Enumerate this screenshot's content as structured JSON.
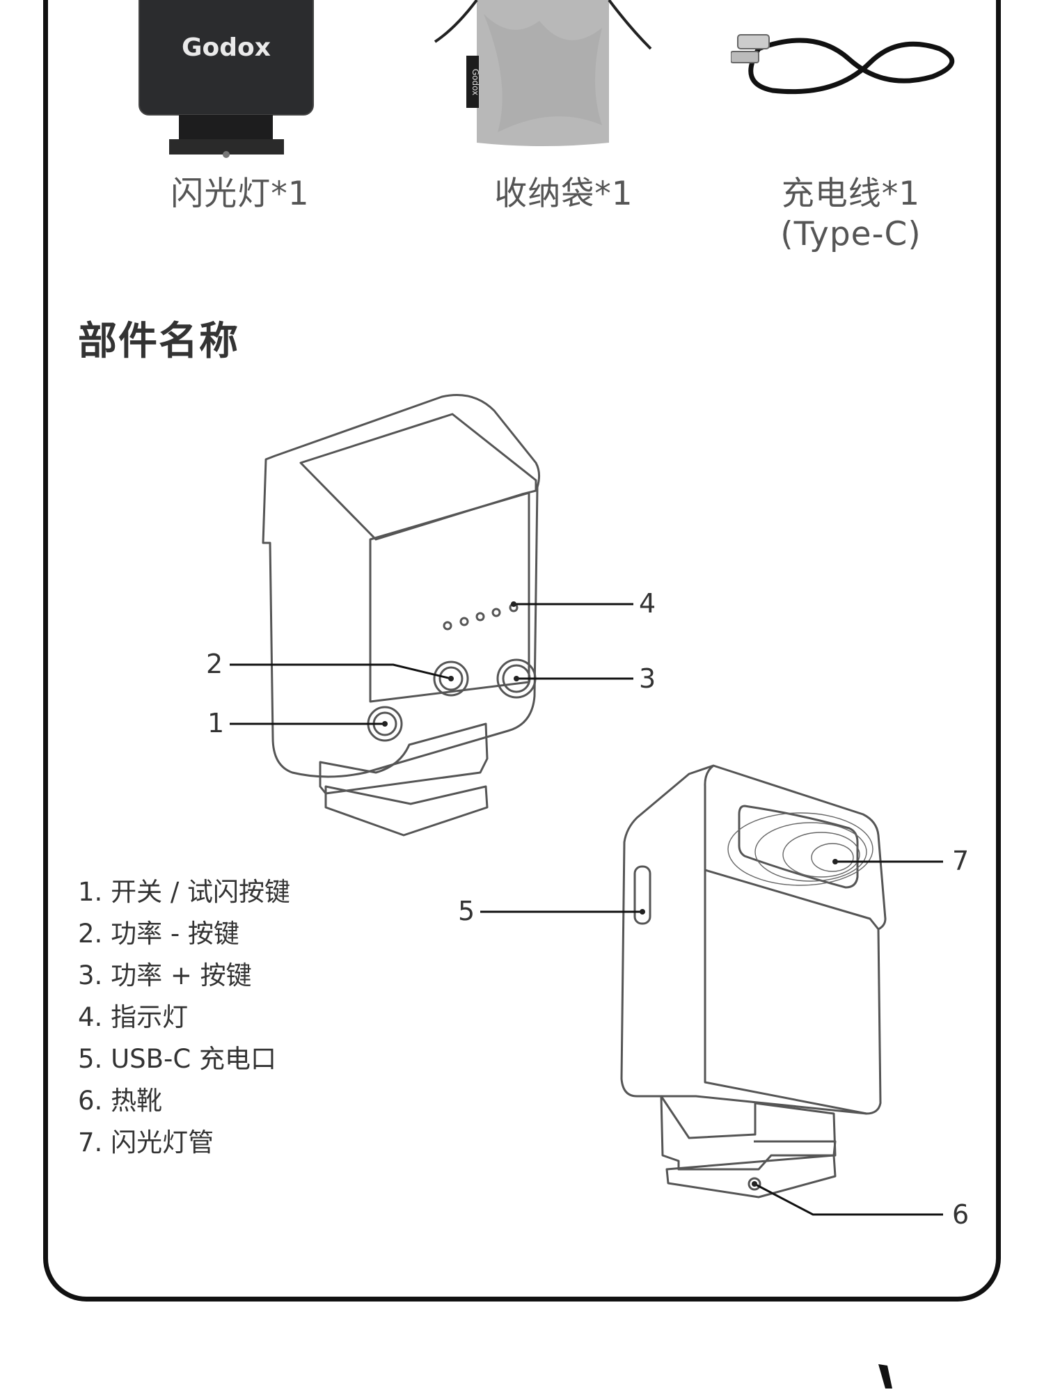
{
  "products": [
    {
      "caption": "闪光灯*1",
      "logo": "Godox"
    },
    {
      "caption": "收纳袋*1",
      "logo": "Godox"
    },
    {
      "caption_line1": "充电线*1",
      "caption_line2": "(Type-C)"
    }
  ],
  "section_title": "部件名称",
  "parts": [
    "1. 开关 / 试闪按键",
    "2. 功率 - 按键",
    "3. 功率 + 按键",
    "4. 指示灯",
    "5. USB-C 充电口",
    "6. 热靴",
    "7. 闪光灯管"
  ],
  "callouts": [
    "1",
    "2",
    "3",
    "4",
    "5",
    "6",
    "7"
  ]
}
